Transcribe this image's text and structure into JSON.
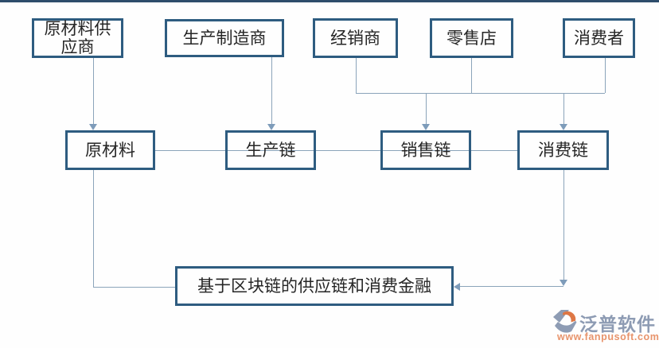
{
  "diagram": {
    "nodes": {
      "raw_supplier": "原材料供应商",
      "manufacturer": "生产制造商",
      "distributor": "经销商",
      "retailer": "零售店",
      "consumer": "消费者",
      "raw_material": "原材料",
      "production_chain": "生产链",
      "sales_chain": "销售链",
      "consumption_chain": "消费链",
      "bottom_box": "基于区块链的供应链和消费金融"
    },
    "colors": {
      "box_border": "#2e5c80",
      "connector_line": "#8ba4ba",
      "arrowhead": "#7e9cba",
      "text": "#262626",
      "top_rule": "#2e4d6b"
    }
  },
  "logo": {
    "name": "泛普软件",
    "url": "www.fanpusoft.com",
    "colors": {
      "name_blue": "#8d9bb3",
      "url_orange": "#e8946c",
      "icon_gray_blue": "#8e9cb4",
      "icon_orange": "#de7745"
    }
  }
}
